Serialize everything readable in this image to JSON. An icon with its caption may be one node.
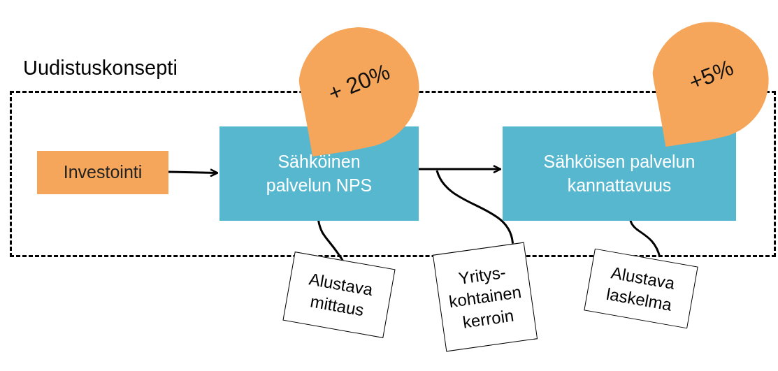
{
  "diagram": {
    "nodes": [
      {
        "text": [
          "Uudistuskonsepti"
        ]
      },
      {
        "text": [
          "Investointi"
        ],
        "in": 0
      },
      {
        "text": [
          "Sähköinen palvelun NPS"
        ],
        "in": 0
      },
      {
        "text": [
          "Sähköisen palvelun kannattavuus"
        ],
        "in": 0
      },
      {
        "text": [
          "+ 20%"
        ]
      },
      {
        "text": [
          "+5%"
        ]
      },
      {
        "text": [
          "Alustava mittaus"
        ]
      },
      {
        "text": [
          "Yritys- kohtainen kerroin"
        ]
      },
      {
        "text": [
          "Alustava laskelma"
        ]
      }
    ],
    "edges": [
      {
        "from": 1,
        "to": 2,
        "arrow": "to"
      },
      {
        "from": 2,
        "to": 3,
        "arrow": "to"
      },
      {
        "from": 6,
        "to": 2,
        "arrow": "none"
      },
      {
        "from": 7,
        "to": null,
        "arrow": "none"
      },
      {
        "from": 8,
        "to": 3,
        "arrow": "none"
      }
    ]
  }
}
